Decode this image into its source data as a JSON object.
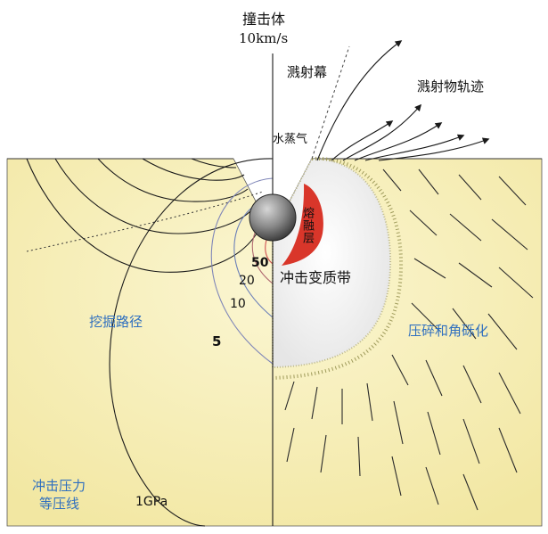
{
  "labels": {
    "impactor": "撞击体",
    "speed": "10km/s",
    "ejecta_curtain": "溅射幕",
    "ejecta_trajectory": "溅射物轨迹",
    "water_vapor": "水蒸气",
    "melt_layer": "熔融层",
    "shock_metamorphic_zone": "冲击变质带",
    "excavation_path": "挖掘路径",
    "breccia": "压碎和角砾化",
    "isobar_title_line1": "冲击压力",
    "isobar_title_line2": "等压线",
    "p50": "50",
    "p20": "20",
    "p10": "10",
    "p5": "5",
    "p1": "1GPa"
  },
  "colors": {
    "ground": "#f7efb4",
    "ground_deep": "#f2e7a0",
    "melt": "#d9362a",
    "shock_zone": "#eeeeee",
    "label_blue": "#2f6fbf",
    "ink": "#1a1a1a"
  }
}
